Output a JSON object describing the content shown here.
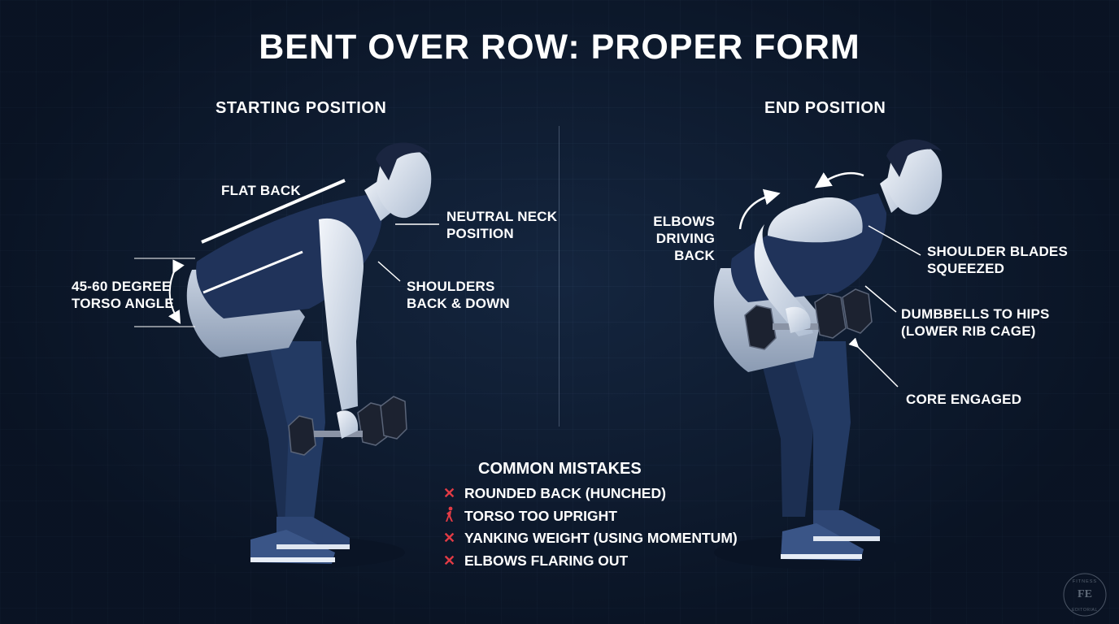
{
  "title": "BENT OVER ROW: PROPER FORM",
  "left_panel": {
    "heading": "STARTING POSITION",
    "labels": {
      "flat_back": "FLAT BACK",
      "neutral_neck": [
        "NEUTRAL NECK",
        "POSITION"
      ],
      "torso_angle": [
        "45-60 DEGREE",
        "TORSO ANGLE"
      ],
      "shoulders": [
        "SHOULDERS",
        "BACK & DOWN"
      ]
    }
  },
  "right_panel": {
    "heading": "END POSITION",
    "labels": {
      "elbows": [
        "ELBOWS",
        "DRIVING BACK"
      ],
      "shoulder_blades": [
        "SHOULDER BLADES",
        "SQUEEZED"
      ],
      "dumbbells": [
        "DUMBBELLS TO HIPS",
        "(LOWER RIB CAGE)"
      ],
      "core": "CORE ENGAGED"
    }
  },
  "mistakes": {
    "title": "COMMON MISTAKES",
    "items": [
      {
        "icon": "x-mark-icon",
        "text": "ROUNDED BACK (HUNCHED)"
      },
      {
        "icon": "upright-figure-icon",
        "text": "TORSO TOO UPRIGHT"
      },
      {
        "icon": "x-mark-icon",
        "text": "YANKING WEIGHT (USING MOMENTUM)"
      },
      {
        "icon": "x-mark-icon",
        "text": "ELBOWS FLARING OUT"
      }
    ]
  },
  "watermark": {
    "top": "FITNESS",
    "bottom": "EDITORIAL",
    "monogram": "FE"
  },
  "colors": {
    "background": "#0f1c30",
    "accent_red": "#e23b45",
    "text": "#ffffff"
  }
}
